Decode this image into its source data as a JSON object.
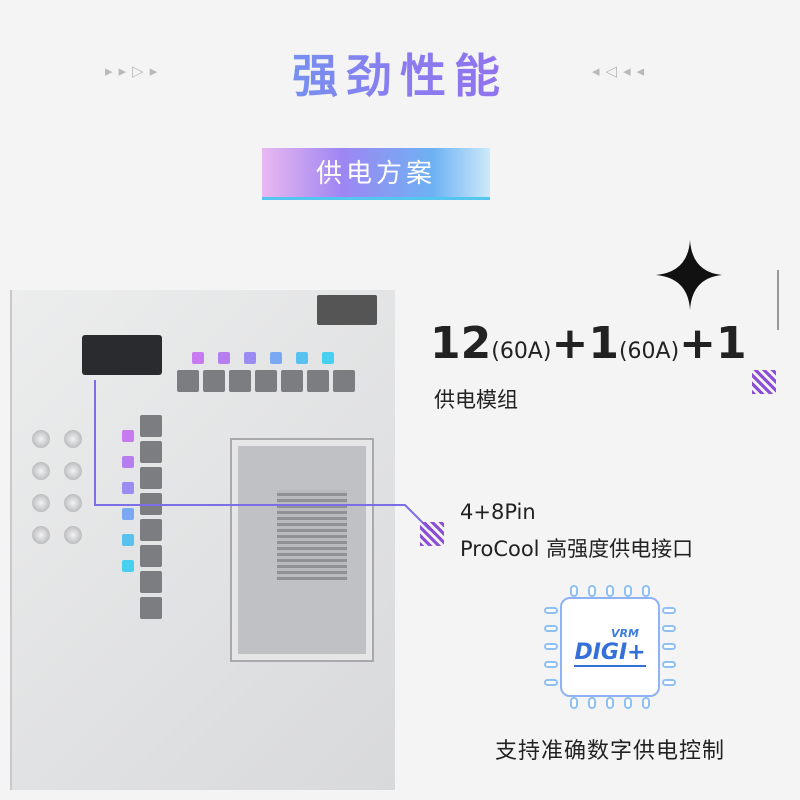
{
  "header": {
    "title": "强劲性能",
    "left_arrows": "▸▸▷▸",
    "right_arrows": "◂◁◂◂"
  },
  "section": {
    "subtitle": "供电方案"
  },
  "power": {
    "phases_main": "12",
    "amp1": "(60A)",
    "plus1": "+1",
    "amp2": "(60A)",
    "plus2": "+1",
    "label": "供电模组"
  },
  "connector": {
    "line1": "4+8Pin",
    "line2": "ProCool 高强度供电接口"
  },
  "digi": {
    "vrm": "VRM",
    "logo": "DIGI+",
    "caption": "支持准确数字供电控制"
  },
  "colors": {
    "accent_cyan": "#3fc7ef",
    "accent_purple": "#8a4fd6"
  }
}
